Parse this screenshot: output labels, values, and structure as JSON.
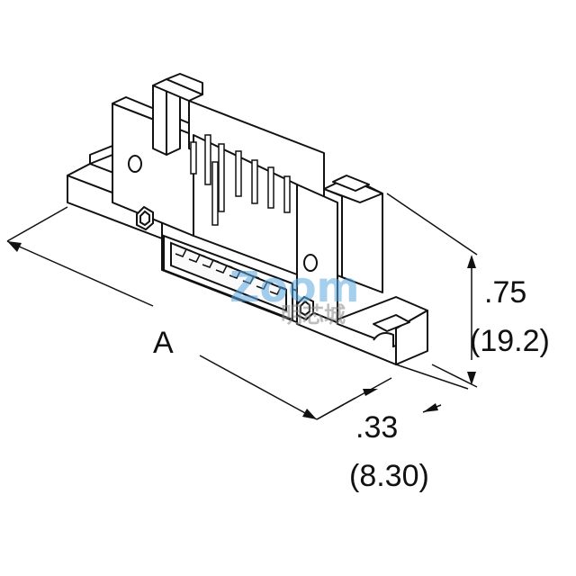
{
  "colors": {
    "line": "#111111",
    "fill": "#ffffff",
    "watermark_blue": "#5aa8e0",
    "watermark_orange": "#f0a060"
  },
  "dimensions": {
    "width_label": "A",
    "height_label_in": ".75",
    "height_label_mm": "(19.2)",
    "depth_label_in": ".33",
    "depth_label_mm": "(8.30)"
  },
  "watermark": {
    "text_latin": "Zoom",
    "text_cjk": "明芯城"
  }
}
